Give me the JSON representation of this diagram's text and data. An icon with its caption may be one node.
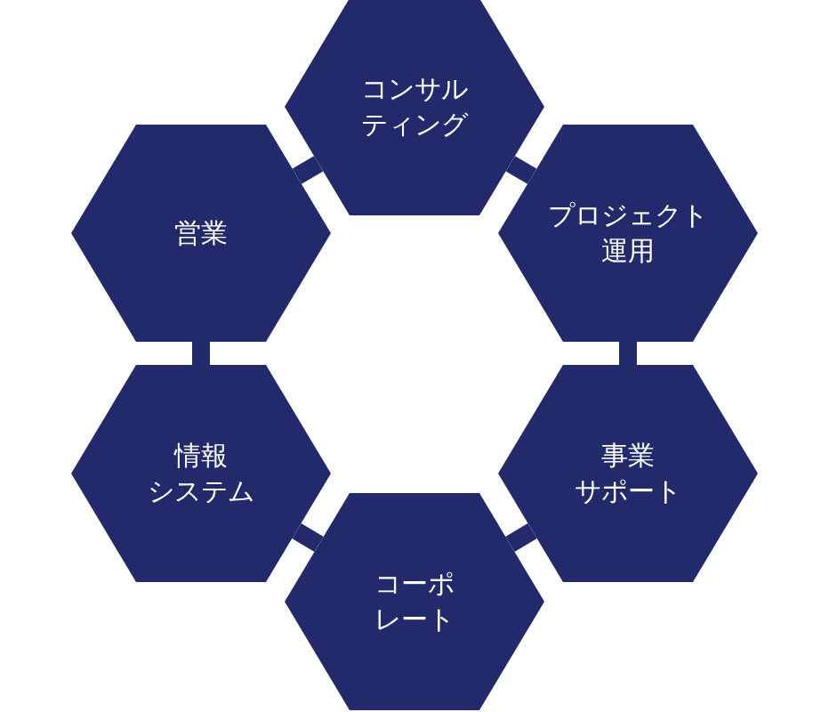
{
  "diagram": {
    "nodes": [
      {
        "text": [
          "コンサルティング"
        ]
      },
      {
        "text": [
          "営業"
        ]
      },
      {
        "text": [
          "プロジェクト運用"
        ]
      },
      {
        "text": [
          "情報システム"
        ]
      },
      {
        "text": [
          "事業サポート"
        ]
      },
      {
        "text": [
          "コーポレート"
        ]
      }
    ],
    "edges": [
      {
        "from": 0,
        "to": 2,
        "arrow": "none"
      },
      {
        "from": 2,
        "to": 4,
        "arrow": "none"
      },
      {
        "from": 4,
        "to": 5,
        "arrow": "none"
      },
      {
        "from": 5,
        "to": 3,
        "arrow": "none"
      },
      {
        "from": 3,
        "to": 1,
        "arrow": "none"
      },
      {
        "from": 1,
        "to": 0,
        "arrow": "none"
      }
    ]
  }
}
